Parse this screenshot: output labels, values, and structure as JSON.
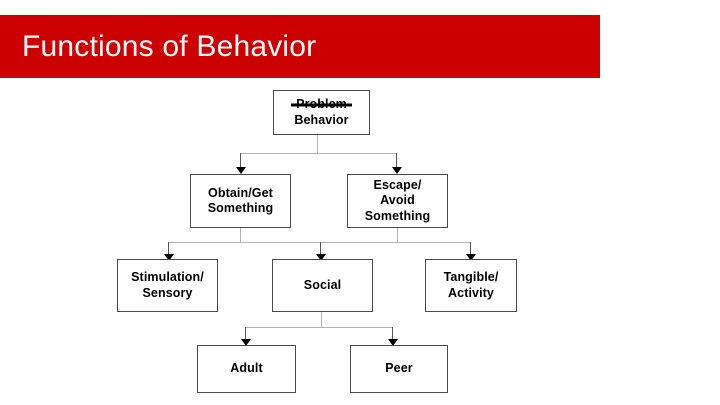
{
  "slide": {
    "title": "Functions of Behavior",
    "banner_color": "#cc0000",
    "title_color": "#ffffff",
    "background_color": "#ffffff"
  },
  "diagram": {
    "type": "flowchart",
    "node_border_color": "#4a4a4a",
    "connector_color": "#b4b4b4",
    "arrow_color": "#000000",
    "levels": [
      {
        "level": 1,
        "nodes": [
          {
            "id": "problem-behavior",
            "lines": [
              "Problem",
              "Behavior"
            ],
            "line_1_strikethrough": true
          }
        ]
      },
      {
        "level": 2,
        "nodes": [
          {
            "id": "obtain-get-something",
            "lines": [
              "Obtain/Get",
              "Something"
            ]
          },
          {
            "id": "escape-avoid-something",
            "lines": [
              "Escape/",
              "Avoid",
              "Something"
            ]
          }
        ]
      },
      {
        "level": 3,
        "nodes": [
          {
            "id": "stimulation-sensory",
            "lines": [
              "Stimulation/",
              "Sensory"
            ]
          },
          {
            "id": "social",
            "lines": [
              "Social"
            ]
          },
          {
            "id": "tangible-activity",
            "lines": [
              "Tangible/",
              "Activity"
            ]
          }
        ]
      },
      {
        "level": 4,
        "nodes": [
          {
            "id": "adult",
            "lines": [
              "Adult"
            ]
          },
          {
            "id": "peer",
            "lines": [
              "Peer"
            ]
          }
        ]
      }
    ]
  }
}
